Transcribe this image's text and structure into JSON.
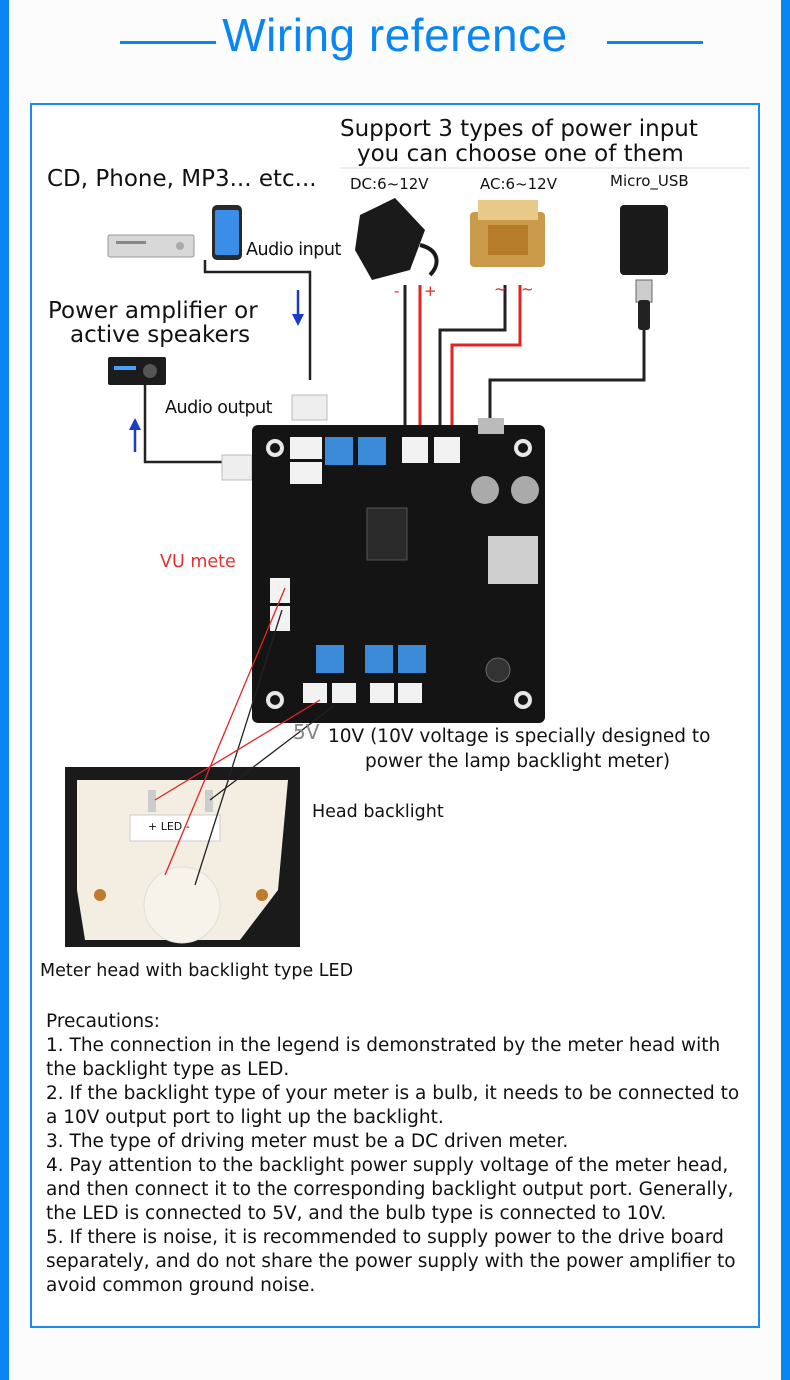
{
  "title": "Wiring reference",
  "colors": {
    "accent": "#0a86f2",
    "wire_red": "#e52222",
    "wire_black": "#222222",
    "vu_label": "#e53030",
    "arrow": "#1a3cc8"
  },
  "power": {
    "heading_line1": "Support 3 types of power input",
    "heading_line2": "you can choose one of them",
    "dc_label": "DC:6~12V",
    "ac_label": "AC:6~12V",
    "usb_label": "Micro_USB",
    "dc_minus": "-",
    "dc_plus": "+",
    "ac_tilde1": "~",
    "ac_tilde2": "~"
  },
  "sources": {
    "label": "CD, Phone, MP3... etc...",
    "audio_input": "Audio input"
  },
  "amplifier": {
    "label_line1": "Power amplifier or",
    "label_line2": "active speakers",
    "audio_output": "Audio output"
  },
  "board": {
    "vu_label": "VU mete",
    "label_5v": "5V",
    "label_10v_line1": "10V (10V voltage is specially designed to",
    "label_10v_line2": "power the lamp backlight meter)"
  },
  "meter": {
    "head_backlight": "Head backlight",
    "caption": "Meter head with backlight type LED",
    "led_marking": "+ LED -"
  },
  "precautions": {
    "heading": "Precautions:",
    "items": [
      "1. The connection in the legend is demonstrated by the meter head with the backlight type as LED.",
      "2. If the backlight type of your meter is a bulb, it needs to be connected to a 10V output port to light up the backlight.",
      "3. The type of driving meter must be a DC driven meter.",
      "4. Pay attention to the backlight power supply voltage of the meter head, and then connect it to the corresponding backlight output port. Generally, the LED is connected to 5V, and the bulb type is connected to 10V.",
      "5. If there is noise, it is recommended to supply power to the drive board separately, and do not share the power supply with the power amplifier to avoid common ground noise."
    ]
  }
}
